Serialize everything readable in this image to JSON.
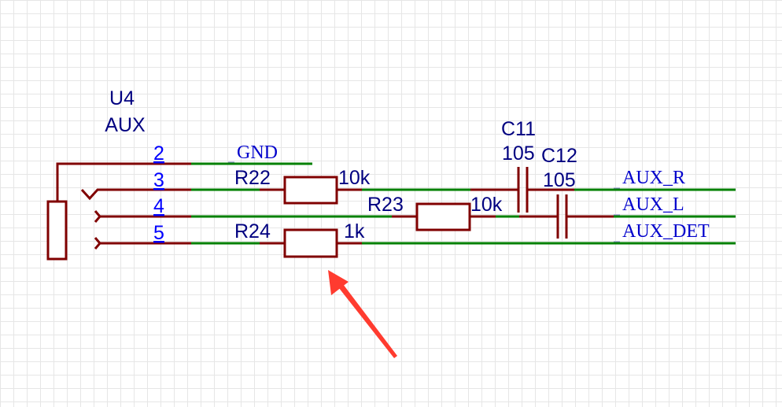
{
  "connector": {
    "designator": "U4",
    "value": "AUX",
    "pins": [
      "2",
      "3",
      "4",
      "5"
    ]
  },
  "resistors": [
    {
      "designator": "R22",
      "value": "10k"
    },
    {
      "designator": "R23",
      "value": "10k"
    },
    {
      "designator": "R24",
      "value": "1k"
    }
  ],
  "capacitors": [
    {
      "designator": "C11",
      "value": "105"
    },
    {
      "designator": "C12",
      "value": "105"
    }
  ],
  "nets": {
    "gnd": "GND",
    "aux_r": "AUX_R",
    "aux_l": "AUX_L",
    "aux_det": "AUX_DET"
  },
  "colors": {
    "wire": "#008000",
    "component": "#800000",
    "pin_number": "#0000ff",
    "label": "#000080",
    "net_label": "#0000cc",
    "annotation": "#ff3b2f"
  }
}
